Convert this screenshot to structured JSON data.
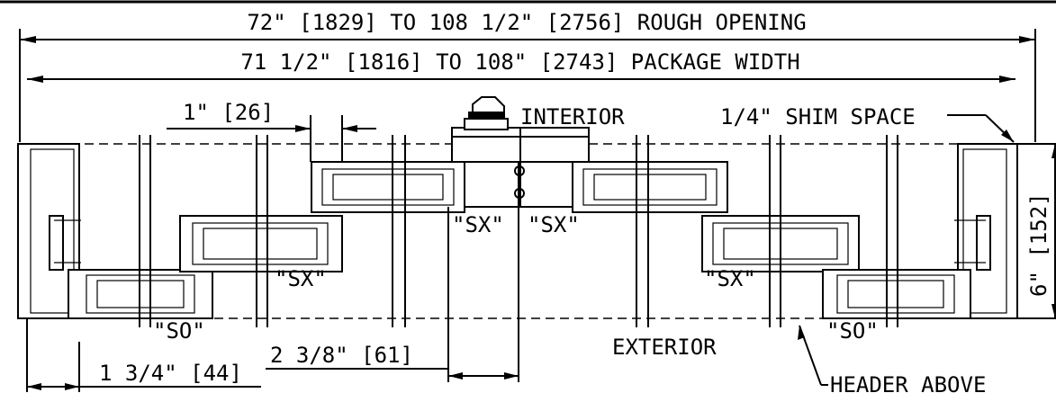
{
  "drawing": {
    "rough_opening": "72\" [1829] TO 108 1/2\" [2756] ROUGH OPENING",
    "package_width": "71 1/2\" [1816] TO 108\" [2743] PACKAGE WIDTH",
    "dim_1in": "1\" [26]",
    "interior": "INTERIOR",
    "shim_space": "1/4\" SHIM SPACE",
    "height_dim": "6\" [152]",
    "sx_left_center": "\"SX\"",
    "sx_right_center": "\"SX\"",
    "sx_left_mid": "\"SX\"",
    "sx_right_mid": "\"SX\"",
    "so_left": "\"SO\"",
    "so_right": "\"SO\"",
    "exterior": "EXTERIOR",
    "header_above": "HEADER ABOVE",
    "dim_1_3_4": "1 3/4\" [44]",
    "dim_2_3_8": "2 3/8\" [61]"
  }
}
